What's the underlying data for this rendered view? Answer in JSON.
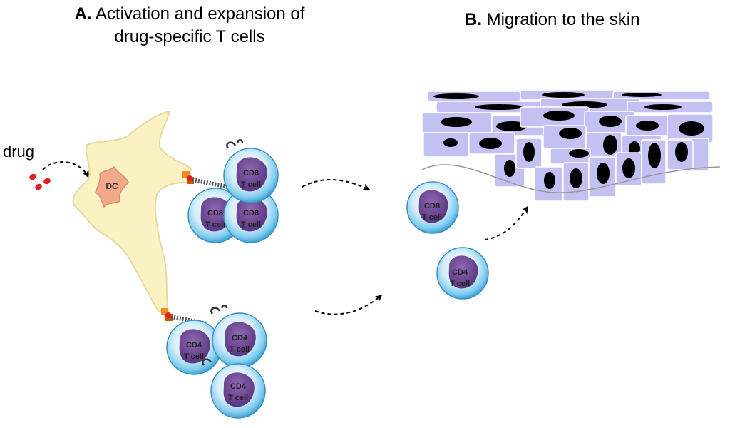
{
  "panel_a": {
    "letter": "A.",
    "line1": "Activation and expansion of",
    "line2": "drug-specific T cells"
  },
  "panel_b": {
    "letter": "B.",
    "text": "Migration to the skin"
  },
  "labels": {
    "drug": "drug",
    "dc": "DC",
    "cd8": "CD8",
    "cd4": "CD4",
    "tcell": "T cell"
  },
  "colors": {
    "dc_body": "#fbf2c4",
    "dc_nucleus": "#f2a98a",
    "tcell_outer": "#5bb9e6",
    "tcell_nucleus": "#6a3f91",
    "skin_cell": "#c3c0f2",
    "drug": "#e02020"
  }
}
